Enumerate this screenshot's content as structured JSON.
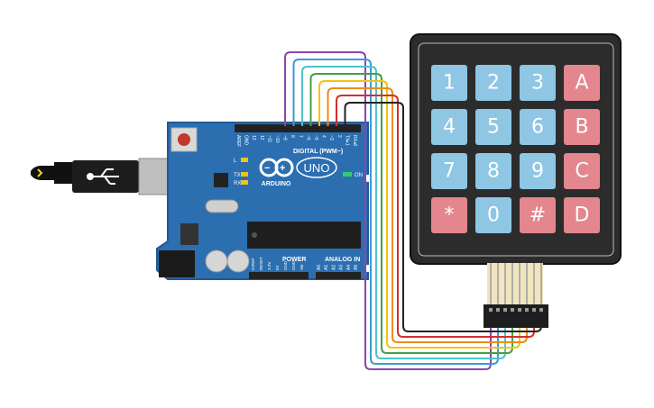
{
  "board": {
    "name": "UNO",
    "brand": "ARDUINO",
    "digital_header_label": "DIGITAL (PWM~)",
    "on_label": "ON",
    "analog_label": "ANALOG IN",
    "power_label": "POWER",
    "led_labels": [
      "L",
      "TX",
      "RX"
    ],
    "digital_pins": [
      "AREF",
      "GND",
      "13",
      "12",
      "~11",
      "~10",
      "~9",
      "8",
      "7",
      "~6",
      "~5",
      "4",
      "~3",
      "2",
      "TX▸1",
      "RX◂0"
    ],
    "power_pins": [
      "IOREF",
      "RESET",
      "3.3V",
      "5V",
      "GND",
      "GND",
      "Vin"
    ],
    "analog_pins": [
      "A0",
      "A1",
      "A2",
      "A3",
      "A4",
      "A5"
    ],
    "colors": {
      "board": "#2b6fb1",
      "board_edge": "#1f5a94",
      "header": "#222222"
    }
  },
  "keypad": {
    "rows": [
      [
        {
          "label": "1",
          "color": "#8ec6e4"
        },
        {
          "label": "2",
          "color": "#8ec6e4"
        },
        {
          "label": "3",
          "color": "#8ec6e4"
        },
        {
          "label": "A",
          "color": "#e3868d"
        }
      ],
      [
        {
          "label": "4",
          "color": "#8ec6e4"
        },
        {
          "label": "5",
          "color": "#8ec6e4"
        },
        {
          "label": "6",
          "color": "#8ec6e4"
        },
        {
          "label": "B",
          "color": "#e3868d"
        }
      ],
      [
        {
          "label": "7",
          "color": "#8ec6e4"
        },
        {
          "label": "8",
          "color": "#8ec6e4"
        },
        {
          "label": "9",
          "color": "#8ec6e4"
        },
        {
          "label": "C",
          "color": "#e3868d"
        }
      ],
      [
        {
          "label": "*",
          "color": "#e3868d"
        },
        {
          "label": "0",
          "color": "#8ec6e4"
        },
        {
          "label": "#",
          "color": "#e3868d"
        },
        {
          "label": "D",
          "color": "#e3868d"
        }
      ]
    ],
    "body_color": "#2c2c2c"
  },
  "wires": {
    "colors": [
      "#8e44ad",
      "#3b9bd6",
      "#4cc3c9",
      "#43a047",
      "#f1c40f",
      "#ef8a17",
      "#d32f2f",
      "#222222"
    ]
  },
  "usb_icon": "usb-icon"
}
